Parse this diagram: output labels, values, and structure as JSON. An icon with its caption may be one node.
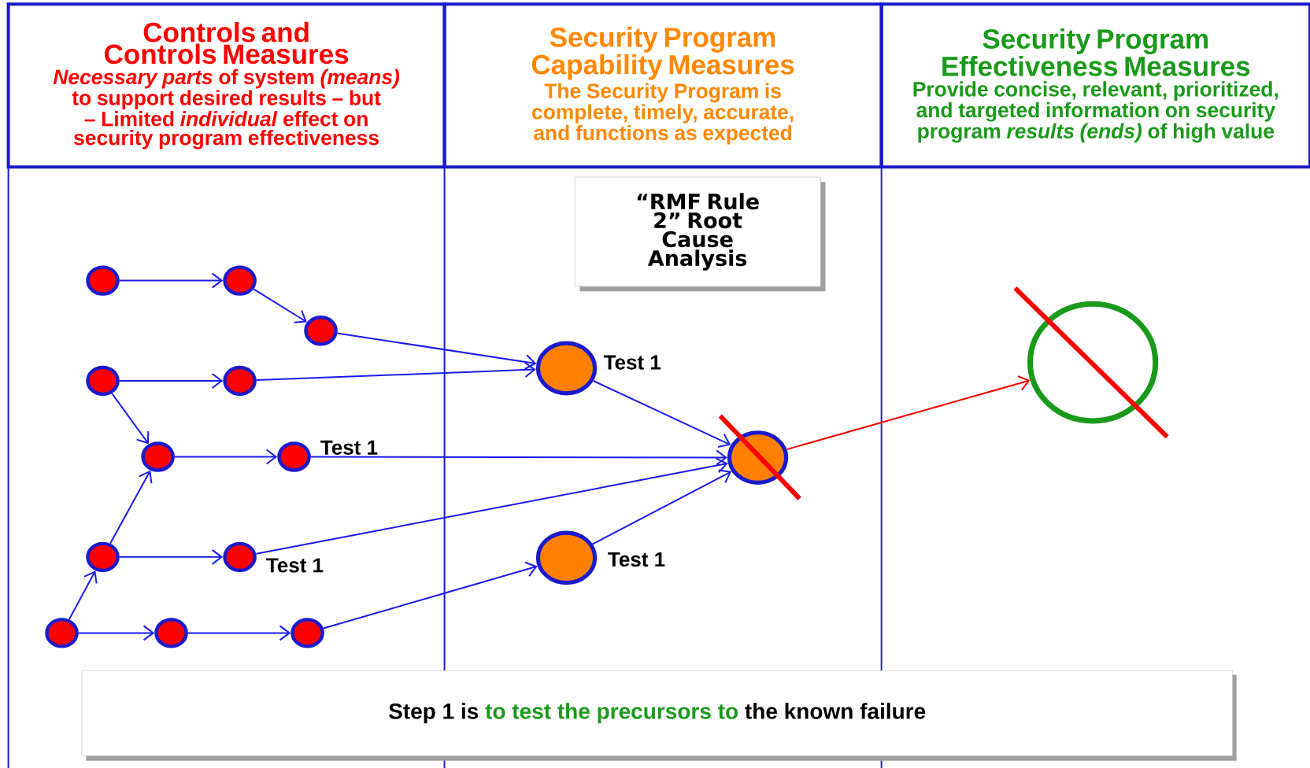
{
  "diagram": {
    "nodes": [
      {
        "text": [
          "Controls and Controls Measures",
          "*Necessary parts* of system *(means)* to support desired results – but – Limited *individual* effect on security program effectiveness"
        ]
      },
      {
        "text": [
          "Security Program Capability Measures",
          "The Security Program is complete, timely, accurate, and functions as expected"
        ]
      },
      {
        "text": [
          "Security Program Effectiveness Measures",
          "Provide concise, relevant, prioritized, and targeted information on  security program *results (ends)* of high value"
        ]
      },
      {
        "text": [
          "“RMF Rule 2” Root Cause Analysis"
        ]
      },
      {
        "text": [],
        "shape": "circle"
      },
      {
        "text": [],
        "shape": "circle"
      },
      {
        "text": [],
        "shape": "circle"
      },
      {
        "text": [],
        "shape": "circle"
      },
      {
        "text": [],
        "shape": "circle"
      },
      {
        "text": [],
        "shape": "circle"
      },
      {
        "text": [],
        "shape": "circle",
        "beside": [
          "Test 1"
        ]
      },
      {
        "text": [],
        "shape": "circle"
      },
      {
        "text": [],
        "shape": "circle",
        "beside": [
          "Test 1"
        ]
      },
      {
        "text": [],
        "shape": "circle"
      },
      {
        "text": [],
        "shape": "circle"
      },
      {
        "text": [],
        "shape": "circle"
      },
      {
        "text": [],
        "shape": "circle",
        "beside": [
          "Test 1"
        ]
      },
      {
        "text": [],
        "shape": "circle"
      },
      {
        "text": [],
        "shape": "circle",
        "beside": [
          "Test 1"
        ]
      },
      {
        "text": [],
        "shape": "circle"
      },
      {
        "text": [
          "Step 1 is",
          "to test the precursors to",
          "the known failure"
        ]
      }
    ],
    "edges": [
      {
        "from": 4,
        "to": 5,
        "arrow": "to"
      },
      {
        "from": 5,
        "to": 6,
        "arrow": "to"
      },
      {
        "from": 6,
        "to": 16,
        "arrow": "to"
      },
      {
        "from": 7,
        "to": 8,
        "arrow": "to"
      },
      {
        "from": 8,
        "to": 16,
        "arrow": "to"
      },
      {
        "from": 7,
        "to": 9,
        "arrow": "to"
      },
      {
        "from": 9,
        "to": 10,
        "arrow": "to"
      },
      {
        "from": 10,
        "to": 17,
        "arrow": "to"
      },
      {
        "from": 11,
        "to": 9,
        "arrow": "to"
      },
      {
        "from": 11,
        "to": 12,
        "arrow": "to"
      },
      {
        "from": 12,
        "to": 17,
        "arrow": "to"
      },
      {
        "from": 13,
        "to": 11,
        "arrow": "to"
      },
      {
        "from": 13,
        "to": 14,
        "arrow": "to"
      },
      {
        "from": 14,
        "to": 15,
        "arrow": "to"
      },
      {
        "from": 15,
        "to": 18,
        "arrow": "to"
      },
      {
        "from": 16,
        "to": 17,
        "arrow": "to"
      },
      {
        "from": 18,
        "to": 17,
        "arrow": "to"
      },
      {
        "from": 17,
        "to": 19,
        "arrow": "to",
        "color": "#ff0000"
      }
    ]
  }
}
